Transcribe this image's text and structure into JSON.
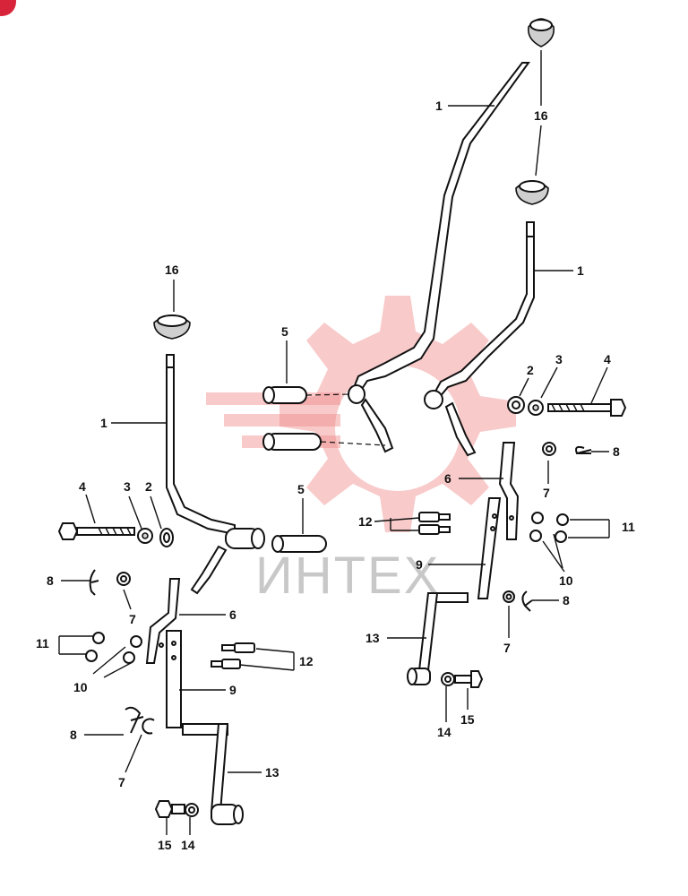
{
  "watermark": {
    "text": "ИНТЕХ"
  },
  "callouts": {
    "c1a": "1",
    "c1b": "1",
    "c1c": "1",
    "c2a": "2",
    "c2b": "2",
    "c3a": "3",
    "c3b": "3",
    "c4a": "4",
    "c4b": "4",
    "c5a": "5",
    "c5b": "5",
    "c6a": "6",
    "c6b": "6",
    "c7a": "7",
    "c7b": "7",
    "c7c": "7",
    "c7d": "7",
    "c8a": "8",
    "c8b": "8",
    "c8c": "8",
    "c8d": "8",
    "c9a": "9",
    "c9b": "9",
    "c10a": "10",
    "c10b": "10",
    "c11a": "11",
    "c11b": "11",
    "c12a": "12",
    "c12b": "12",
    "c13a": "13",
    "c13b": "13",
    "c14a": "14",
    "c14b": "14",
    "c15a": "15",
    "c15b": "15",
    "c16a": "16",
    "c16b": "16"
  },
  "colors": {
    "line": "#111111",
    "watermark": "#f08a8a",
    "corner_badge": "#d8243a"
  }
}
